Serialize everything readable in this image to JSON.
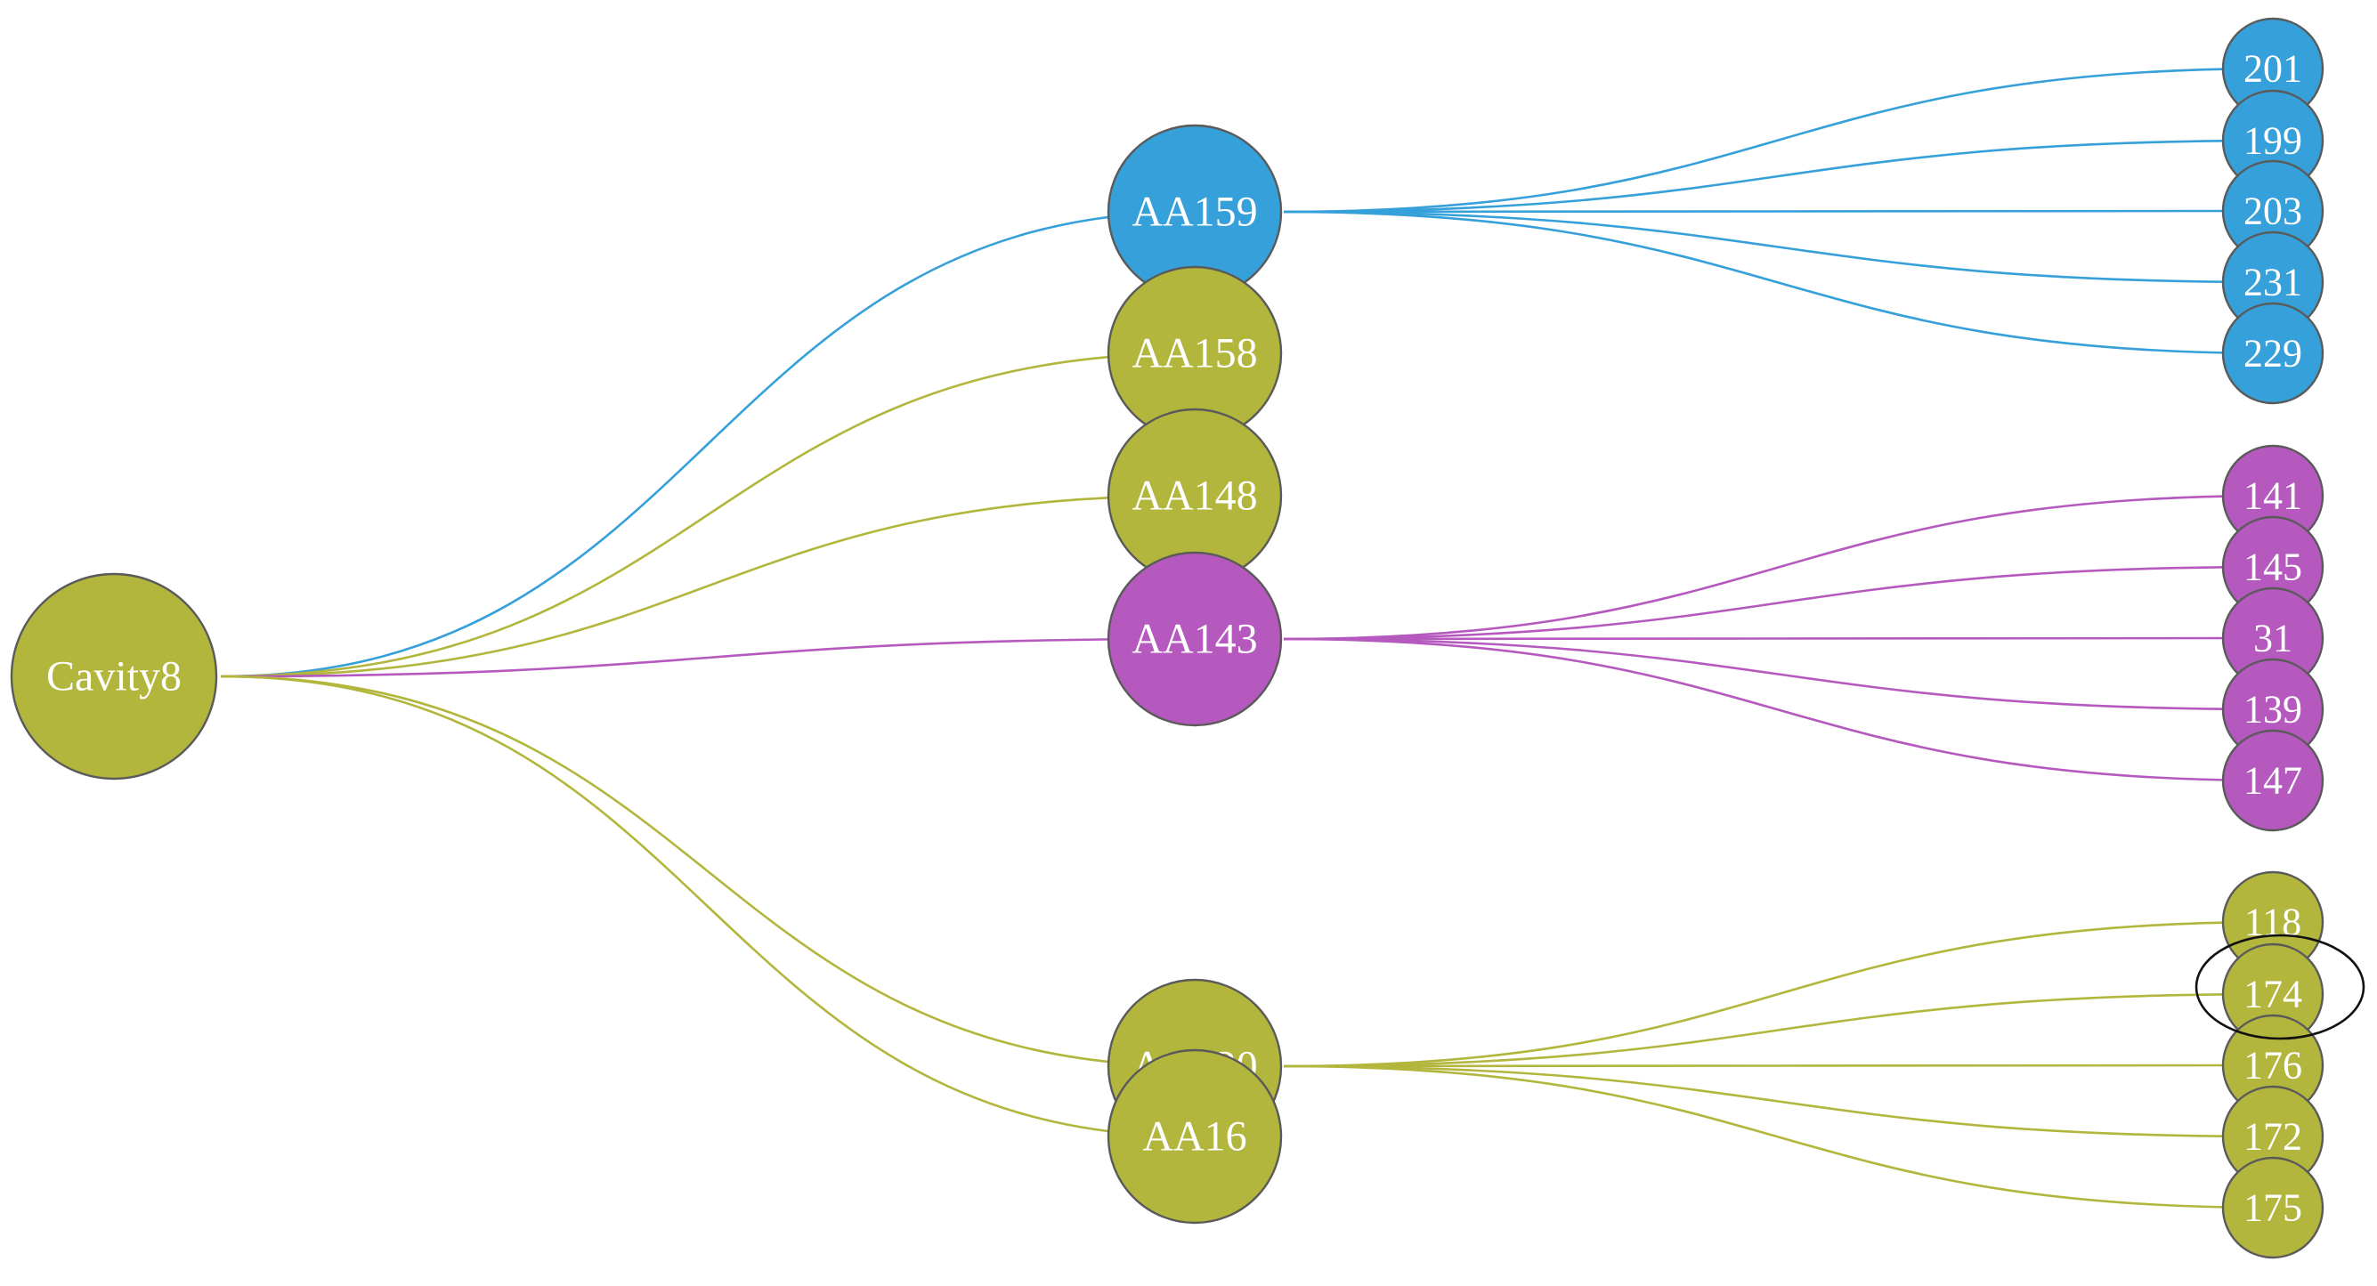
{
  "colors": {
    "olive": "#b2b63c",
    "blue": "#35a0d9",
    "purple": "#b559bf",
    "stroke": "#5a5a5a",
    "highlight": "#111111"
  },
  "root": {
    "id": "cavity8",
    "label": "Cavity8",
    "color": "olive"
  },
  "groups": [
    {
      "id": "aa159",
      "label": "AA159",
      "color": "blue",
      "children": [
        "201",
        "199",
        "203",
        "231",
        "229"
      ]
    },
    {
      "id": "aa158",
      "label": "AA158",
      "color": "olive",
      "children": []
    },
    {
      "id": "aa148",
      "label": "AA148",
      "color": "olive",
      "children": []
    },
    {
      "id": "aa143",
      "label": "AA143",
      "color": "purple",
      "children": [
        "141",
        "145",
        "31",
        "139",
        "147"
      ]
    },
    {
      "id": "aa120",
      "label": "AA120",
      "color": "olive",
      "children": [
        "118",
        "174",
        "176",
        "172",
        "175"
      ]
    },
    {
      "id": "aa16",
      "label": "AA16",
      "color": "olive",
      "children": []
    }
  ],
  "highlighted_leaf": "174"
}
